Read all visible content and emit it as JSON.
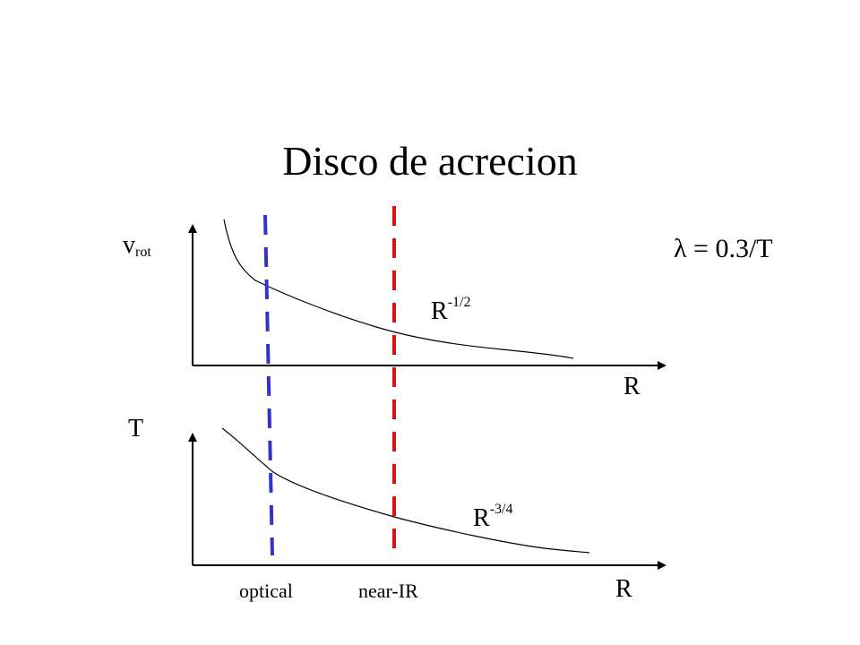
{
  "title": "Disco de acrecion",
  "formula": "λ = 0.3/T",
  "top_plot": {
    "y_label_main": "v",
    "y_label_sub": "rot",
    "x_label": "R",
    "curve_base": "R",
    "curve_exp": "-1/2"
  },
  "bottom_plot": {
    "y_label": "T",
    "x_label": "R",
    "curve_base": "R",
    "curve_exp": "-3/4"
  },
  "markers": [
    {
      "label": "optical",
      "color": "#3333cc"
    },
    {
      "label": "near-IR",
      "color": "#e01010"
    }
  ]
}
